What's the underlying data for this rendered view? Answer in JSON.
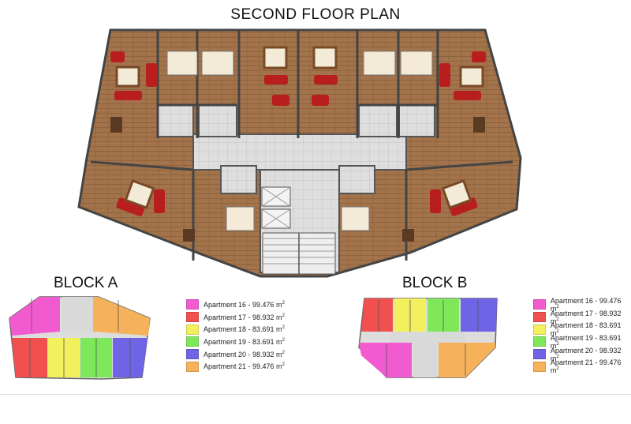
{
  "title": "SECOND FLOOR PLAN",
  "blocks": [
    {
      "name": "BLOCK A"
    },
    {
      "name": "BLOCK B"
    }
  ],
  "legend": [
    {
      "label": "Apartment 16 - 99.476 m",
      "unit_sup": "2",
      "color": "#f25ad0"
    },
    {
      "label": "Apartment 17 - 98.932 m",
      "unit_sup": "2",
      "color": "#f0514f"
    },
    {
      "label": "Apartment 18 - 83.691 m",
      "unit_sup": "2",
      "color": "#f3f05e"
    },
    {
      "label": "Apartment 19 - 83.691 m",
      "unit_sup": "2",
      "color": "#7ee85a"
    },
    {
      "label": "Apartment 20 - 98.932 m",
      "unit_sup": "2",
      "color": "#6f63e6"
    },
    {
      "label": "Apartment 21 - 99.476 m",
      "unit_sup": "2",
      "color": "#f6b25a"
    }
  ],
  "colors": {
    "wood_floor": "#a0714a",
    "tile_floor": "#d9d9d9",
    "wall": "#5a5a5a",
    "furniture_red": "#b81e1e"
  }
}
